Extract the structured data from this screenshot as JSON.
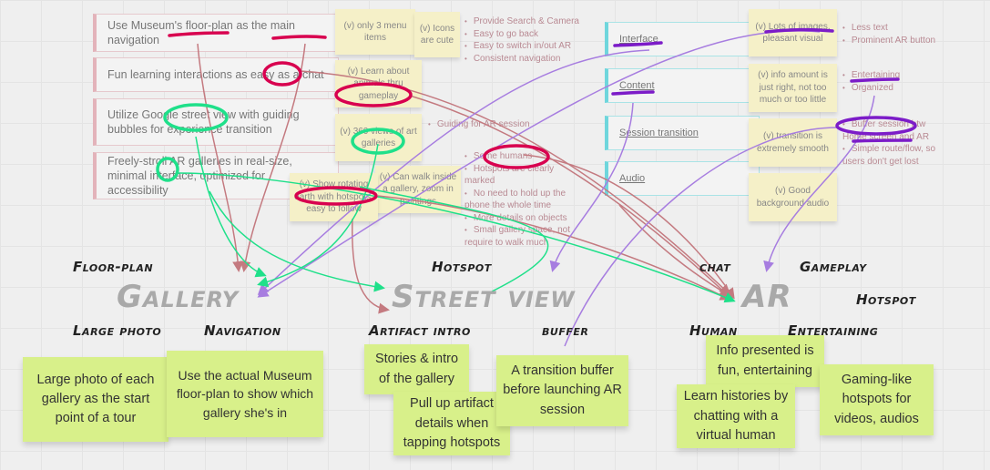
{
  "left_cards": [
    "Use Museum's floor-plan as the main navigation",
    "Fun learning interactions as easy as a chat",
    "Utilize Google street view with guiding bubbles for experience transition",
    "Freely-stroll AR galleries in real-size, minimal interface, optimized for accessibility"
  ],
  "yellow_notes_left": [
    "(v) only 3 menu items",
    "(v) Icons are cute",
    "(v) Learn about animals thru gameplay",
    "(v) 360 views of art galleries",
    "(v) Show rotating earth with hotspots, easy to follow",
    "(v) Can walk inside a gallery, zoom in paintings"
  ],
  "bullets_1": [
    "Provide Search & Camera",
    "Easy to go back",
    "Easy to switch in/out AR",
    "Consistent navigation"
  ],
  "bullets_2": [
    "Guiding for AR session"
  ],
  "bullets_3": [
    "Some humans",
    "Hotspots are clearly marked",
    "No need to hold up the phone the whole time",
    "More details on objects",
    "Small gallery space, not require to walk much"
  ],
  "teal_cards": [
    "Interface",
    "Content",
    "Session transition",
    "Audio"
  ],
  "yellow_notes_right": [
    "(v) Lots of images, pleasant visual",
    "(v) info amount is just right, not too much or too little",
    "(v) transition is extremely smooth",
    "(v) Good background audio"
  ],
  "bullets_r1": [
    "Less text",
    "Prominent AR button"
  ],
  "bullets_r2": [
    "Entertaining",
    "Organized"
  ],
  "bullets_r3": [
    "Buffer session btw Home screen and AR",
    "Simple route/flow, so users don't get lost"
  ],
  "labels": {
    "floor_plan": "Floor-plan",
    "gallery": "Gallery",
    "large_photo": "Large photo",
    "navigation": "Navigation",
    "hotspot1": "Hotspot",
    "street_view": "Street view",
    "artifact_intro": "Artifact intro",
    "buffer": "buffer",
    "chat": "chat",
    "gameplay": "Gameplay",
    "ar": "AR",
    "hotspot2": "Hotspot",
    "human": "Human",
    "entertaining": "Entertaining"
  },
  "green_notes": [
    "Large photo of each gallery as the start point of a tour",
    "Use the actual Museum floor-plan to show which gallery she's in",
    "Stories & intro of the gallery",
    "Pull up artifact details when tapping hotspots",
    "A transition buffer before launching AR session",
    "Info presented is fun, entertaining",
    "Learn histories by chatting with a virtual human",
    "Gaming-like hotspots for videos, audios"
  ],
  "colors": {
    "red": "#d8004f",
    "green": "#1fe08a",
    "purple": "#a77de0",
    "line_red": "#c47a80"
  }
}
